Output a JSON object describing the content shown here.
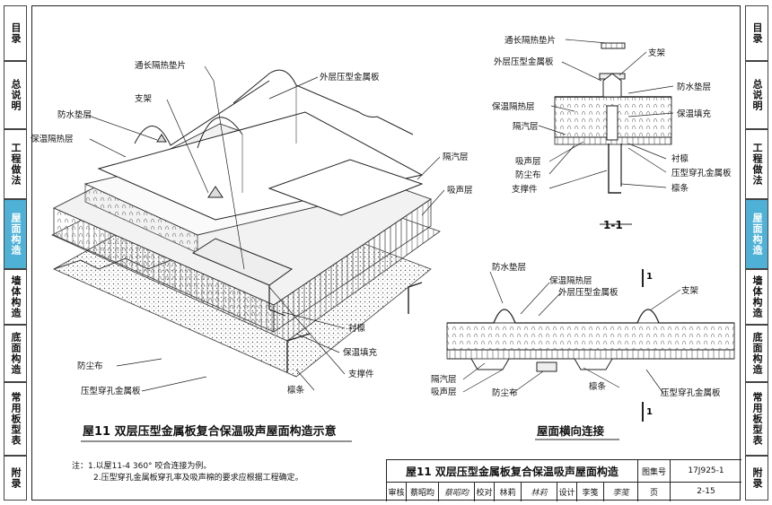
{
  "sidebar_left": [
    {
      "label": "目录",
      "active": false
    },
    {
      "label": "总说明",
      "active": false
    },
    {
      "label": "工程做法",
      "active": false
    },
    {
      "label": "屋面构造",
      "active": true
    },
    {
      "label": "墙体构造",
      "active": false
    },
    {
      "label": "底面构造",
      "active": false
    },
    {
      "label": "常用板型表",
      "active": false
    },
    {
      "label": "附录",
      "active": false
    }
  ],
  "sidebar_right": [
    {
      "label": "目录",
      "active": false
    },
    {
      "label": "总说明",
      "active": false
    },
    {
      "label": "工程做法",
      "active": false
    },
    {
      "label": "屋面构造",
      "active": true
    },
    {
      "label": "墙体构造",
      "active": false
    },
    {
      "label": "底面构造",
      "active": false
    },
    {
      "label": "常用板型表",
      "active": false
    },
    {
      "label": "附录",
      "active": false
    }
  ],
  "iso": {
    "labels": {
      "strip": "通长隔热垫片",
      "outer": "外层压型金属板",
      "bracket": "支架",
      "waterproof": "防水垫层",
      "insulation": "保温隔热层",
      "vapor": "隔汽层",
      "absorb": "吸声层",
      "purlin_sub": "衬檩",
      "fill": "保温填充",
      "support": "支撑件",
      "dust": "防尘布",
      "perforated": "压型穿孔金属板",
      "purlin": "檩条"
    },
    "title": "屋11  双层压型金属板复合保温吸声屋面构造示意"
  },
  "section": {
    "labels": {
      "strip": "通长隔热垫片",
      "bracket": "支架",
      "outer": "外层压型金属板",
      "waterproof": "防水垫层",
      "insulation": "保温隔热层",
      "fill": "保温填充",
      "vapor": "隔汽层",
      "absorb": "吸声层",
      "purlin_sub": "衬檩",
      "dust": "防尘布",
      "perforated": "压型穿孔金属板",
      "support": "支撑件",
      "purlin": "檩条"
    },
    "title": "1-1"
  },
  "connection": {
    "labels": {
      "waterproof": "防水垫层",
      "insulation": "保温隔热层",
      "outer": "外层压型金属板",
      "bracket": "支架",
      "vapor": "隔汽层",
      "absorb": "吸声层",
      "dust": "防尘布",
      "purlin": "檩条",
      "perforated": "压型穿孔金属板"
    },
    "cut_mark": "1",
    "title": "屋面横向连接"
  },
  "notes": [
    "注：1.以屋11-4  360° 咬合连接为例。",
    "2.压型穿孔金属板穿孔率及吸声棉的要求应根据工程确定。"
  ],
  "title_block": {
    "title": "屋11  双层压型金属板复合保温吸声屋面构造",
    "atlas_label": "图集号",
    "atlas_no": "17J925-1",
    "review_label": "审核",
    "reviewer": "蔡昭昀",
    "review_sig": "蔡昭昀",
    "check_label": "校对",
    "checker": "林莉",
    "check_sig": "林莉",
    "design_label": "设计",
    "designer": "李笺",
    "design_sig": "李笺",
    "page_label": "页",
    "page_no": "2-15"
  }
}
